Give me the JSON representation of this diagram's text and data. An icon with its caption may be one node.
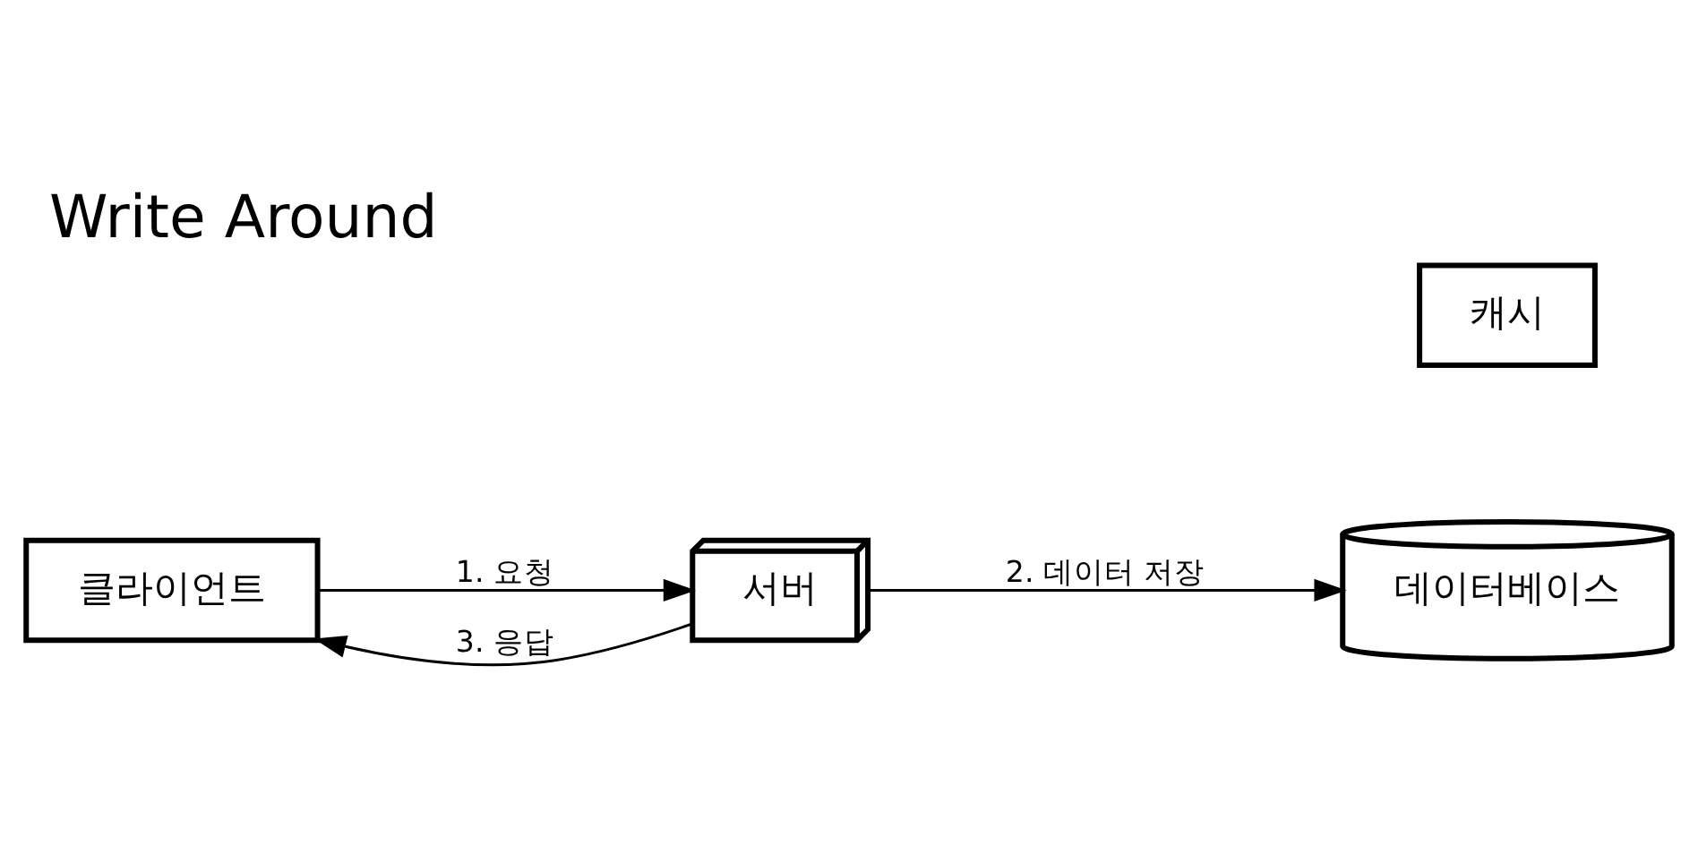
{
  "diagram": {
    "title": "Write Around",
    "nodes": [
      {
        "text": [
          "클라이언트"
        ]
      },
      {
        "text": [
          "서버"
        ]
      },
      {
        "text": [
          "캐시"
        ]
      },
      {
        "text": [
          "데이터베이스"
        ]
      }
    ],
    "edges": [
      {
        "from": 0,
        "to": 1,
        "arrow": "to",
        "label": "1. 요청"
      },
      {
        "from": 1,
        "to": 0,
        "arrow": "to",
        "label": "3. 응답"
      },
      {
        "from": 1,
        "to": 3,
        "arrow": "to",
        "label": "2. 데이터 저장"
      }
    ]
  }
}
